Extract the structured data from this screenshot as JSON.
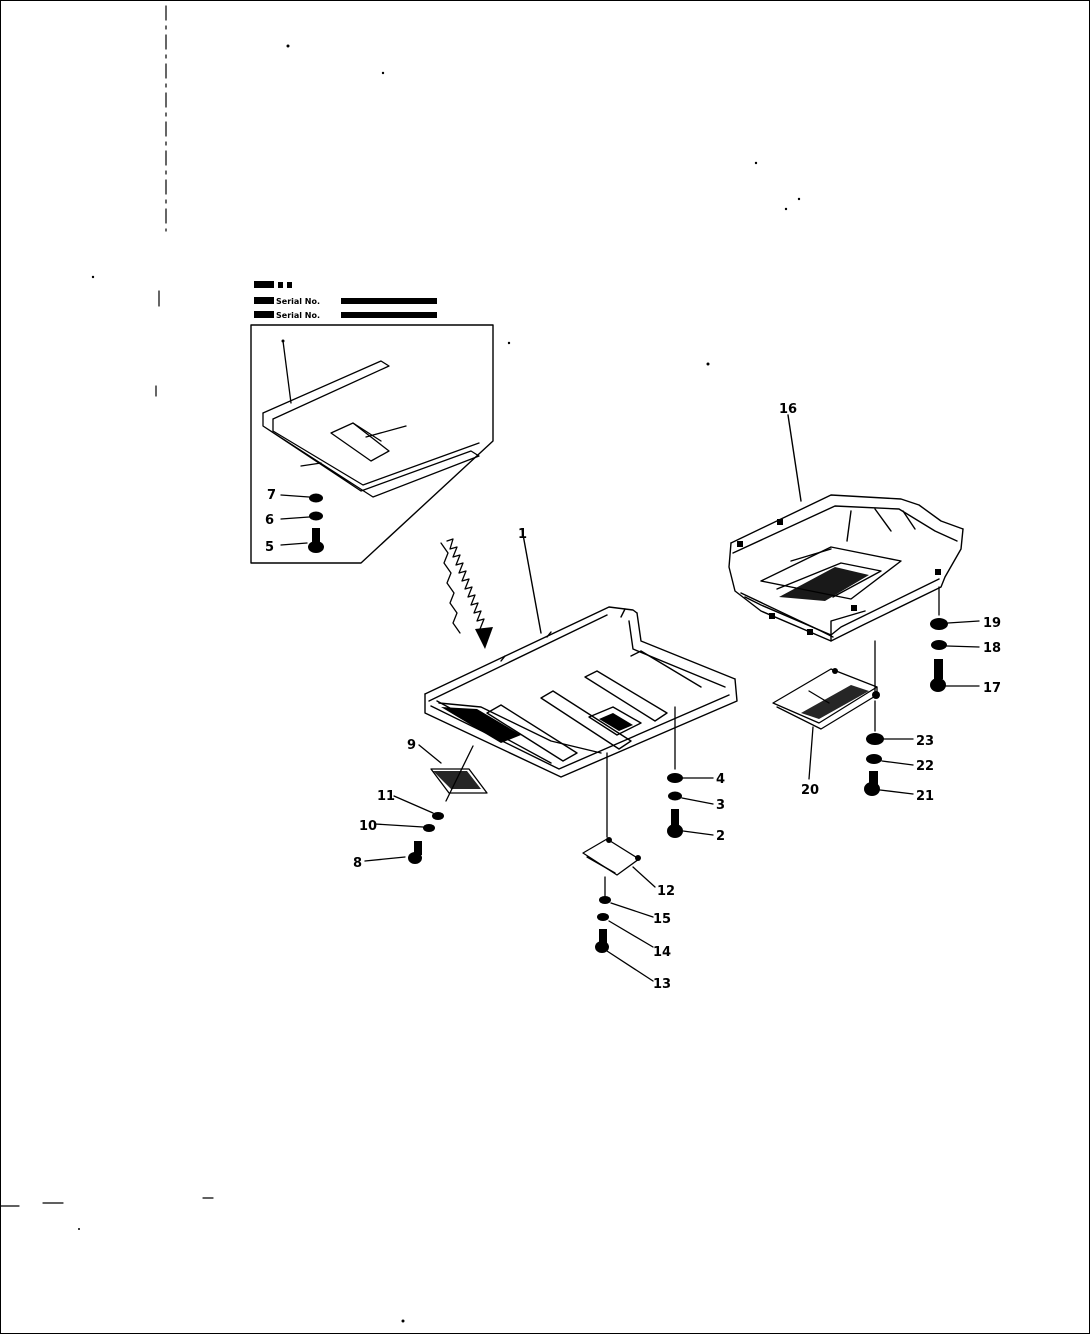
{
  "colors": {
    "ink": "#000000",
    "paper": "#ffffff"
  },
  "inset": {
    "header_line1": "",
    "header_line2": "Serial No.",
    "header_line3": "Serial No."
  },
  "callouts": {
    "c1": "1",
    "c2": "2",
    "c3": "3",
    "c4": "4",
    "c5": "5",
    "c6": "6",
    "c7": "7",
    "c8": "8",
    "c9": "9",
    "c10": "10",
    "c11": "11",
    "c12": "12",
    "c13": "13",
    "c14": "14",
    "c15": "15",
    "c16": "16",
    "c17": "17",
    "c18": "18",
    "c19": "19",
    "c20": "20",
    "c21": "21",
    "c22": "22",
    "c23": "23"
  }
}
